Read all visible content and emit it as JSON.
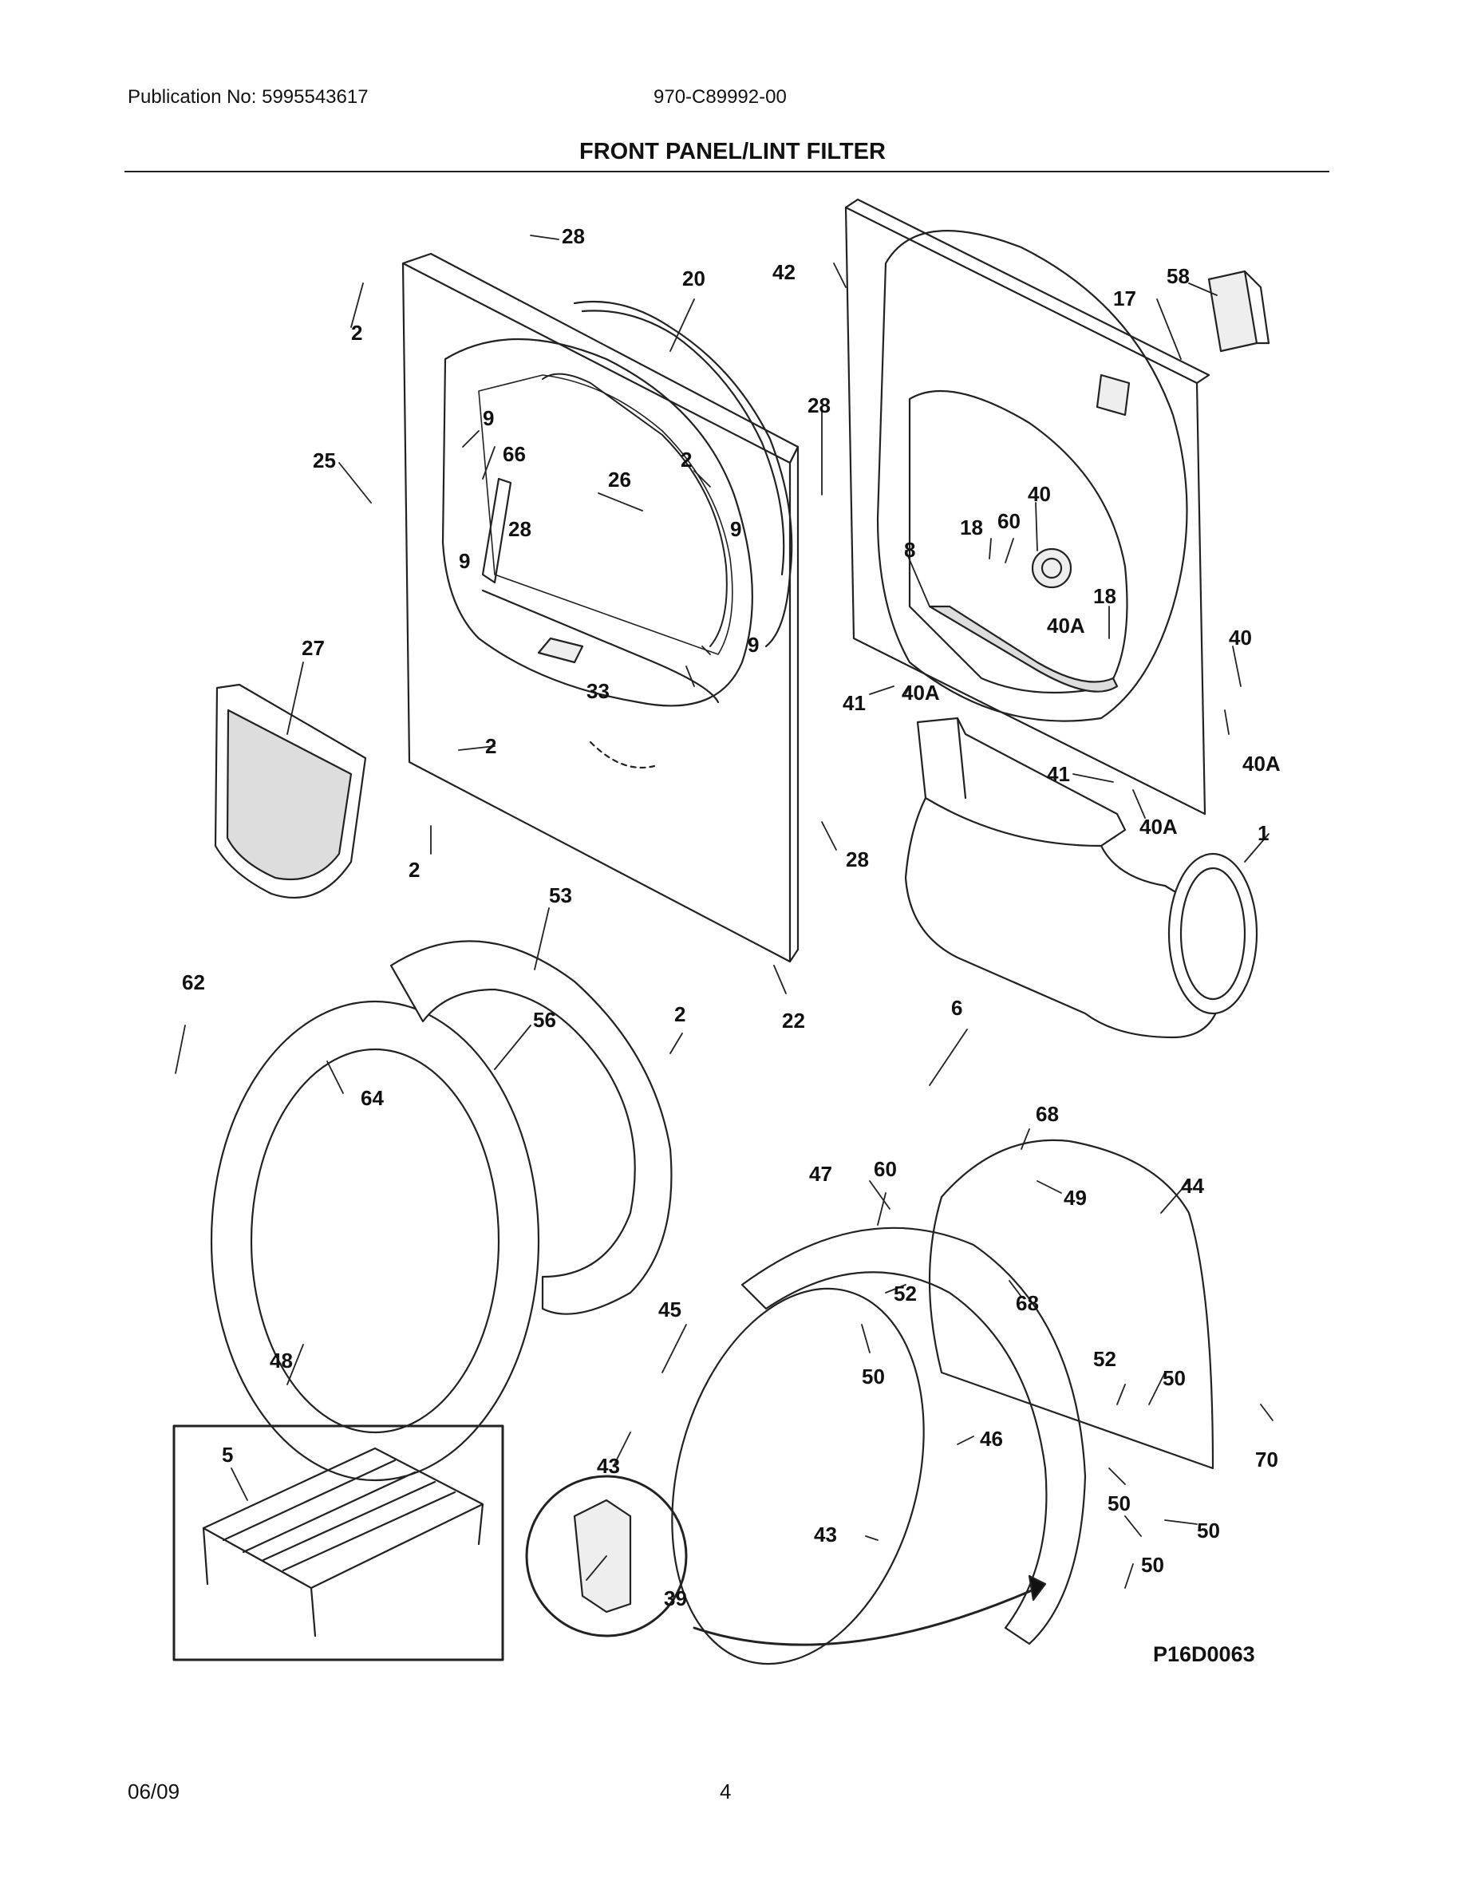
{
  "header": {
    "publication": "Publication No: 5995543617",
    "model": "970-C89992-00",
    "title": "FRONT PANEL/LINT FILTER"
  },
  "diagram": {
    "callouts": {
      "c2a": "2",
      "c28a": "28",
      "c20": "20",
      "c42": "42",
      "c17": "17",
      "c58": "58",
      "c9a": "9",
      "c66": "66",
      "c25": "25",
      "c2b": "2",
      "c26": "26",
      "c28b": "28",
      "c28c": "28",
      "c9b": "9",
      "c9c": "9",
      "c40a_top": "40",
      "c18a": "18",
      "c60a": "60",
      "c8": "8",
      "c18b": "18",
      "c40Aa": "40A",
      "c27": "27",
      "c9d": "9",
      "c33": "33",
      "c41a": "41",
      "c40Ab": "40A",
      "c40b": "40",
      "c2c": "2",
      "c41b": "41",
      "c40Ac": "40A",
      "c40Ad": "40A",
      "c1": "1",
      "c2d": "2",
      "c28d": "28",
      "c53": "53",
      "c62": "62",
      "c2e": "2",
      "c22": "22",
      "c6": "6",
      "c56": "56",
      "c64": "64",
      "c68a": "68",
      "c47": "47",
      "c60b": "60",
      "c44": "44",
      "c49": "49",
      "c52a": "52",
      "c68b": "68",
      "c45": "45",
      "c48": "48",
      "c50a": "50",
      "c52b": "52",
      "c50b": "50",
      "c46": "46",
      "c70": "70",
      "c5": "5",
      "c43a": "43",
      "c50c": "50",
      "c43b": "43",
      "c50d": "50",
      "c39": "39",
      "c50e": "50"
    },
    "drawing_code": "P16D0063"
  },
  "footer": {
    "date": "06/09",
    "page": "4"
  }
}
